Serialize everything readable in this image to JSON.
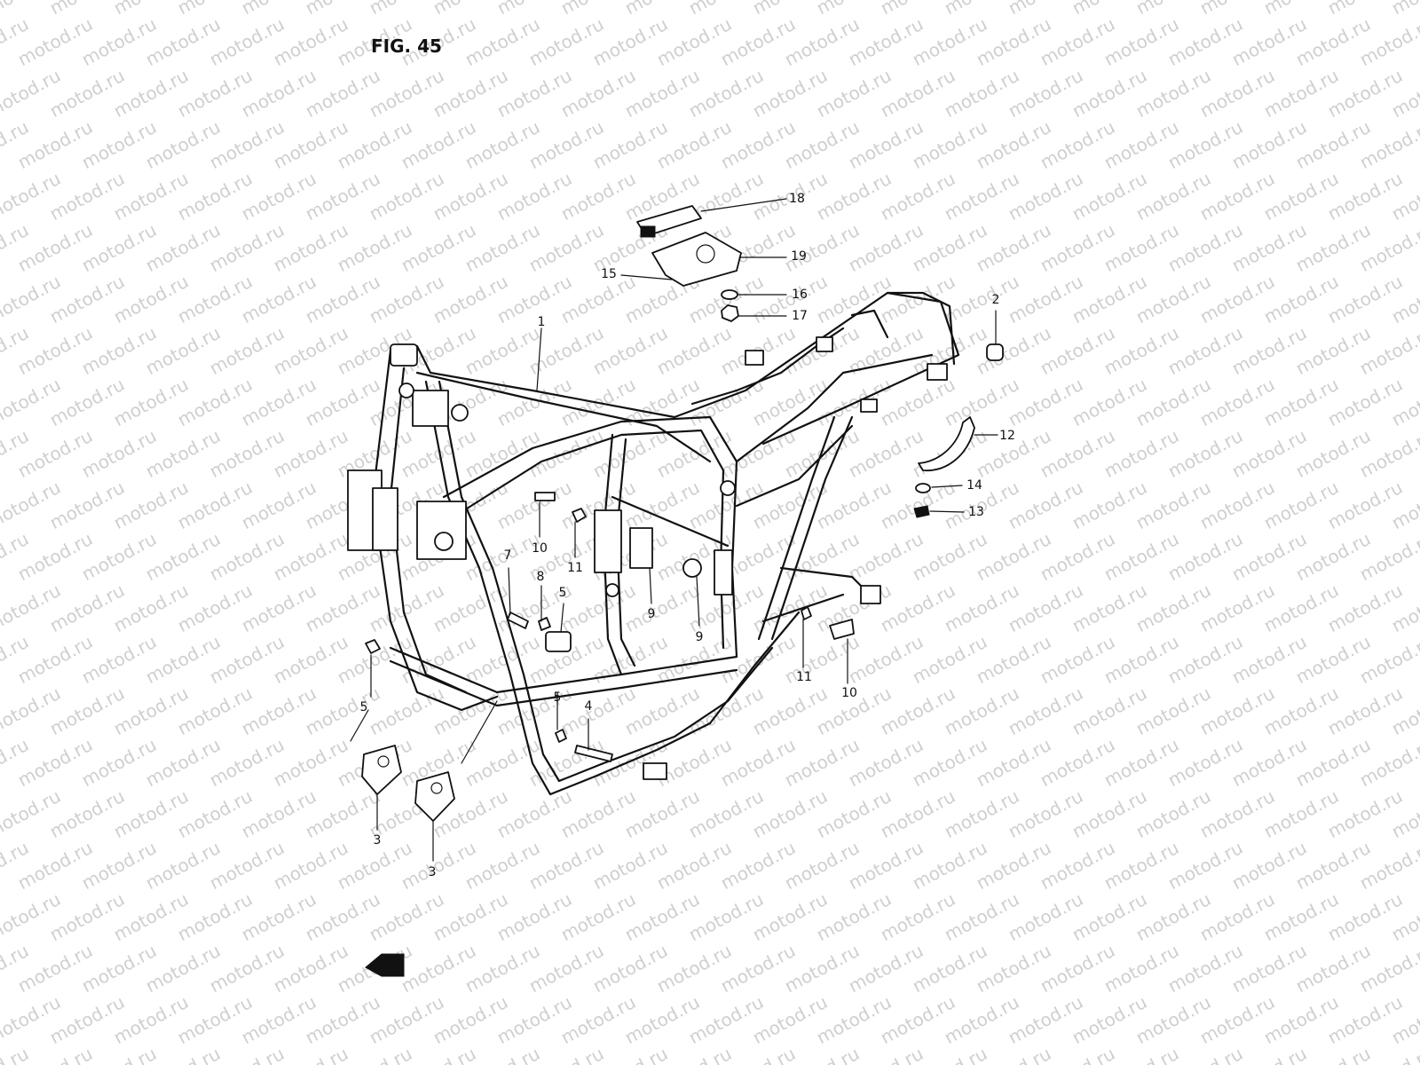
{
  "figure": {
    "title": "FIG. 45",
    "watermark": "motod.ru"
  },
  "callouts": [
    {
      "id": "c1",
      "label": "1"
    },
    {
      "id": "c2",
      "label": "2"
    },
    {
      "id": "c3a",
      "label": "3"
    },
    {
      "id": "c3b",
      "label": "3"
    },
    {
      "id": "c4",
      "label": "4"
    },
    {
      "id": "c5a",
      "label": "5"
    },
    {
      "id": "c5b",
      "label": "5"
    },
    {
      "id": "c5c",
      "label": "5"
    },
    {
      "id": "c7",
      "label": "7"
    },
    {
      "id": "c8",
      "label": "8"
    },
    {
      "id": "c9a",
      "label": "9"
    },
    {
      "id": "c9b",
      "label": "9"
    },
    {
      "id": "c10a",
      "label": "10"
    },
    {
      "id": "c10b",
      "label": "10"
    },
    {
      "id": "c11a",
      "label": "11"
    },
    {
      "id": "c11b",
      "label": "11"
    },
    {
      "id": "c12",
      "label": "12"
    },
    {
      "id": "c13",
      "label": "13"
    },
    {
      "id": "c14",
      "label": "14"
    },
    {
      "id": "c15",
      "label": "15"
    },
    {
      "id": "c16",
      "label": "16"
    },
    {
      "id": "c17",
      "label": "17"
    },
    {
      "id": "c18",
      "label": "18"
    },
    {
      "id": "c19",
      "label": "19"
    }
  ],
  "colors": {
    "ink": "#111111",
    "watermark": "#cfcfcf",
    "paper": "#ffffff"
  }
}
